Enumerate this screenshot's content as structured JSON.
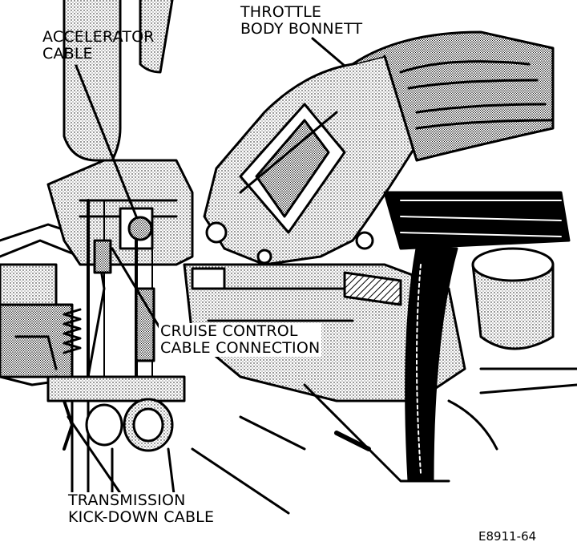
{
  "labels": {
    "throttle_body": [
      "THROTTLE",
      "BODY BONNETT"
    ],
    "accelerator_cable": [
      "ACCELERATOR",
      "CABLE"
    ],
    "cruise_control": [
      "CRUISE CONTROL",
      "CABLE CONNECTION"
    ],
    "transmission_kickdown": [
      "TRANSMISSION",
      "KICK-DOWN CABLE"
    ]
  },
  "figure_id": "E8911-64"
}
